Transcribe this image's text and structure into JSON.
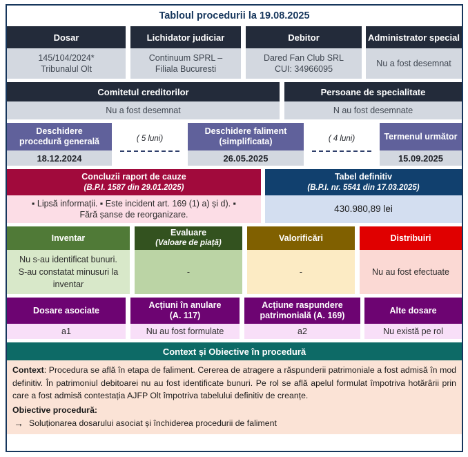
{
  "title": "Tabloul procedurii la 19.08.2025",
  "colors": {
    "frame_border": "#16365C",
    "dark_header": "#232B3A",
    "dark_body": "#D3D8E0",
    "purple": "#60619B",
    "crimson": "#A10A3C",
    "crimson_body": "#FCDDE6",
    "navy": "#11406E",
    "navy_body": "#D3DEF0",
    "green": "#507A37",
    "dark_green": "#33521F",
    "olive": "#806000",
    "red": "#E00000",
    "magenta": "#6D0472",
    "teal": "#0D6A66",
    "context_body": "#FBE3D6"
  },
  "band_identity": [
    {
      "header": "Dosar",
      "value_line1": "145/104/2024*",
      "value_line2": "Tribunalul Olt"
    },
    {
      "header": "Lichidator judiciar",
      "value_line1": "Continuum SPRL –",
      "value_line2": "Filiala Bucuresti"
    },
    {
      "header": "Debitor",
      "value_line1": "Dared Fan Club SRL",
      "value_line2": "CUI:  34966095"
    },
    {
      "header": "Administrator special",
      "value_line1": "Nu a fost desemnat",
      "value_line2": ""
    }
  ],
  "band_bodies": [
    {
      "header": "Comitetul creditorilor",
      "value": "Nu a fost desemnat"
    },
    {
      "header": "Persoane de specialitate",
      "value": "N au fost desemnate"
    }
  ],
  "timeline": {
    "steps": [
      {
        "header_line1": "Deschidere",
        "header_line2": "procedură generală",
        "value": "18.12.2024"
      },
      {
        "header_line1": "Deschidere faliment",
        "header_line2": "(simplificata)",
        "value": "26.05.2025"
      },
      {
        "header_line1": "Termenul următor",
        "header_line2": "",
        "value": "15.09.2025"
      }
    ],
    "connectors": [
      "( 5 luni)",
      "( 4 luni)"
    ]
  },
  "reports": [
    {
      "header_line1": "Concluzii raport de cauze",
      "header_line2": "(B.P.I. 1587 din 29.01.2025)",
      "body_line1": "▪ Lipsă informații. ▪ Este incident art. 169 (1) a) și d). ▪",
      "body_line2": "Fără șanse de reorganizare."
    },
    {
      "header_line1": "Tabel definitiv",
      "header_line2": "(B.P.I. nr. 5541 din 17.03.2025)",
      "body_line1": "430.980,89 lei",
      "body_line2": ""
    }
  ],
  "assets": [
    {
      "header_line1": "Inventar",
      "header_line2": "",
      "body_line1": "Nu s-au identificat bunuri.",
      "body_line2": "S-au constatat minusuri la",
      "body_line3": "inventar"
    },
    {
      "header_line1": "Evaluare",
      "header_line2": "(Valoare de piață)",
      "body_line1": "-",
      "body_line2": "",
      "body_line3": ""
    },
    {
      "header_line1": "Valorificări",
      "header_line2": "",
      "body_line1": "-",
      "body_line2": "",
      "body_line3": ""
    },
    {
      "header_line1": "Distribuiri",
      "header_line2": "",
      "body_line1": "Nu au fost efectuate",
      "body_line2": "",
      "body_line3": ""
    }
  ],
  "cases": [
    {
      "header_line1": "Dosare asociate",
      "header_line2": "",
      "value": "a1"
    },
    {
      "header_line1": "Acțiuni în anulare",
      "header_line2": "(A. 117)",
      "value": "Nu au fost formulate"
    },
    {
      "header_line1": "Acțiune raspundere",
      "header_line2": "patrimonială (A. 169)",
      "value": "a2"
    },
    {
      "header_line1": "Alte dosare",
      "header_line2": "",
      "value": "Nu există pe rol"
    }
  ],
  "context": {
    "header": "Context și Obiective în procedură",
    "label": "Context",
    "paragraph": ": Procedura se află în etapa de faliment. Cererea de atragere a răspunderii patrimoniale a fost admisă în mod definitiv. În patrimoniul debitoarei nu au fost identificate bunuri. Pe rol se află apelul formulat împotriva hotărârii prin care a fost admisă contestația AJFP Olt împotriva tabelului definitiv de creanțe.",
    "objectives_title": "Obiective procedură:",
    "objectives": [
      "Soluționarea dosarului asociat și închiderea procedurii de faliment"
    ],
    "arrow_icon": "→"
  }
}
